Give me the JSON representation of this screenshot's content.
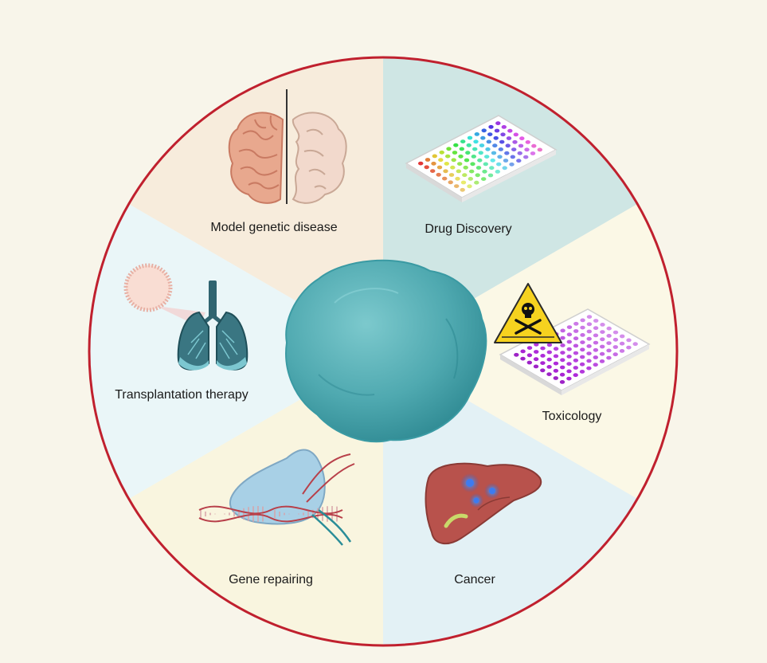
{
  "colors": {
    "background": "#f8f5ea",
    "ring": "#c0202e",
    "cell": "#4fa9b0"
  },
  "segments": [
    {
      "label": "Model genetic disease",
      "icon": "brain-icon",
      "fill": "#f7ecdc"
    },
    {
      "label": "Drug Discovery",
      "icon": "well-plate-icon",
      "fill": "#cfe6e4"
    },
    {
      "label": "Toxicology",
      "icon": "toxic-plate-icon",
      "fill": "#fbf8e6"
    },
    {
      "label": "Cancer",
      "icon": "liver-icon",
      "fill": "#e3f1f5"
    },
    {
      "label": "Gene repairing",
      "icon": "dna-repair-icon",
      "fill": "#f9f5df"
    },
    {
      "label": "Transplantation therapy",
      "icon": "lungs-icon",
      "fill": "#eaf6f8"
    }
  ],
  "center": {
    "icon": "stem-cell-icon"
  }
}
